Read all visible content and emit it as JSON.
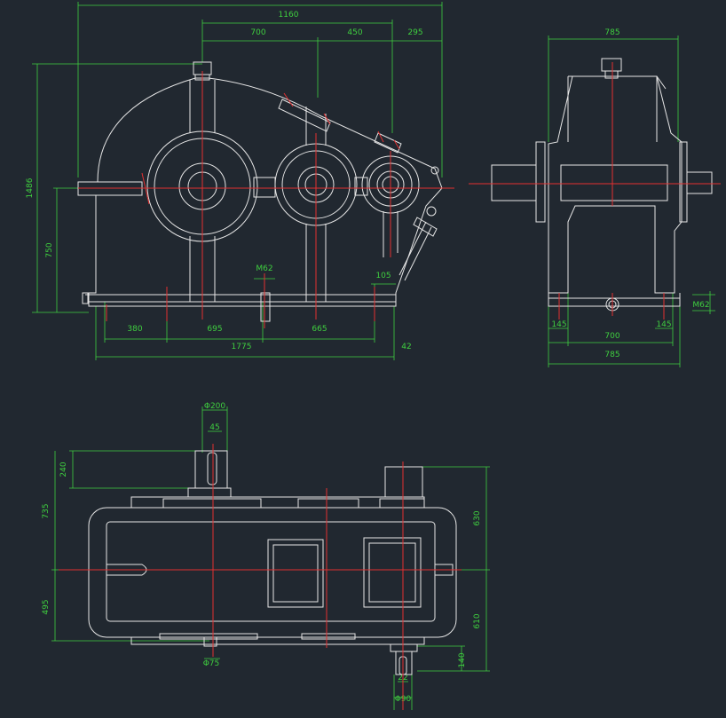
{
  "colors": {
    "background": "#212830",
    "outline": "#e6e6e6",
    "dimension": "#3fcf3f",
    "centerline": "#e23030"
  },
  "front_view": {
    "dims": {
      "overall_length": "1160",
      "center_1": "700",
      "center_2": "450",
      "end_offset": "295",
      "total_height": "1486",
      "center_height": "750",
      "base_left": "380",
      "base_mid1": "695",
      "base_mid2": "665",
      "base_total": "1775",
      "base_end": "42",
      "drain_label": "M62",
      "foot_right": "105"
    }
  },
  "side_view": {
    "dims": {
      "top_width": "785",
      "bolt_span": "700",
      "left_edge": "145",
      "right_edge": "145",
      "base_width": "785",
      "foot_label": "M62"
    }
  },
  "top_view": {
    "dims": {
      "input_dia": "Φ200",
      "key_width": "45",
      "shaft_extension": "240",
      "half_width_top": "735",
      "half_width_bottom": "495",
      "right_top": "630",
      "right_bottom": "610",
      "output_ext": "140",
      "output_dia_left": "Φ75",
      "output_key": "22",
      "output_dia": "Φ90"
    }
  }
}
